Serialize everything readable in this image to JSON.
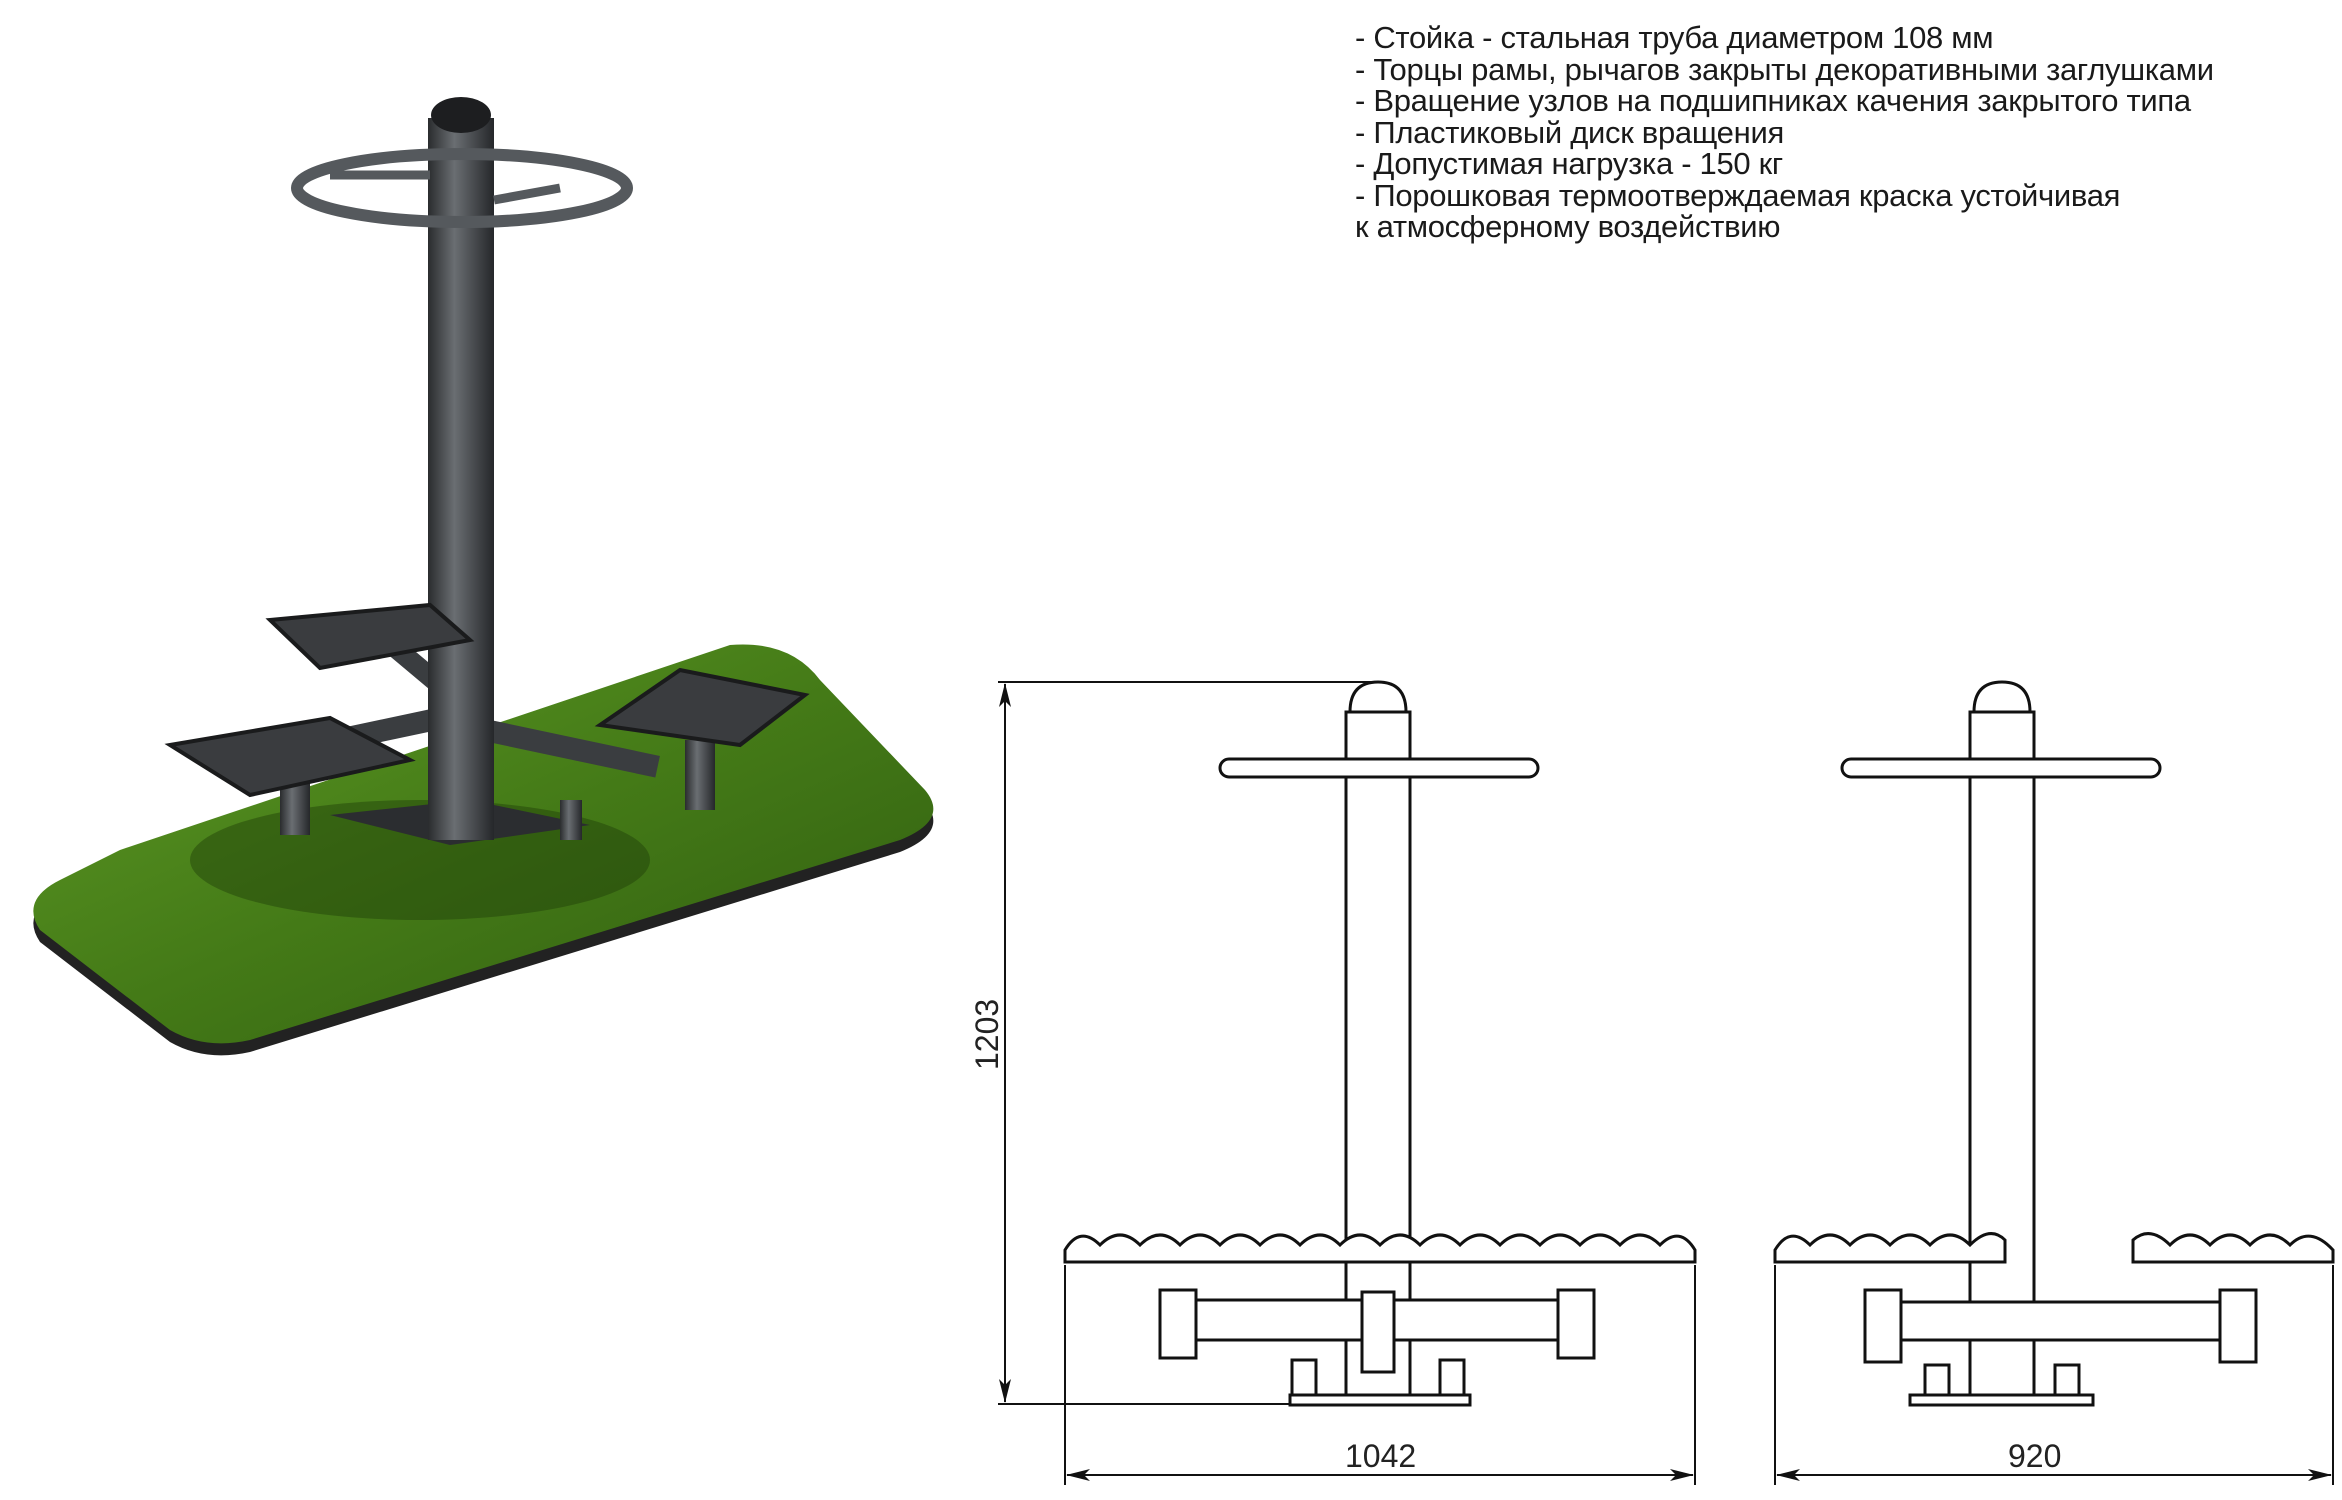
{
  "specs": [
    "- Стойка - стальная труба диаметром 108 мм",
    "- Торцы рамы, рычагов закрыты декоративными заглушками",
    "- Вращение узлов на подшипниках качения закрытого типа",
    "- Пластиковый диск вращения",
    "- Допустимая нагрузка - 150 кг",
    "- Порошковая термоотверждаемая краска устойчивая",
    "к атмосферному воздействию"
  ],
  "dimensions": {
    "height": "1203",
    "width_front": "1042",
    "width_side": "920"
  },
  "colors": {
    "grass": "#4f8a1e",
    "metal": "#3a3d40",
    "line": "#111111"
  }
}
